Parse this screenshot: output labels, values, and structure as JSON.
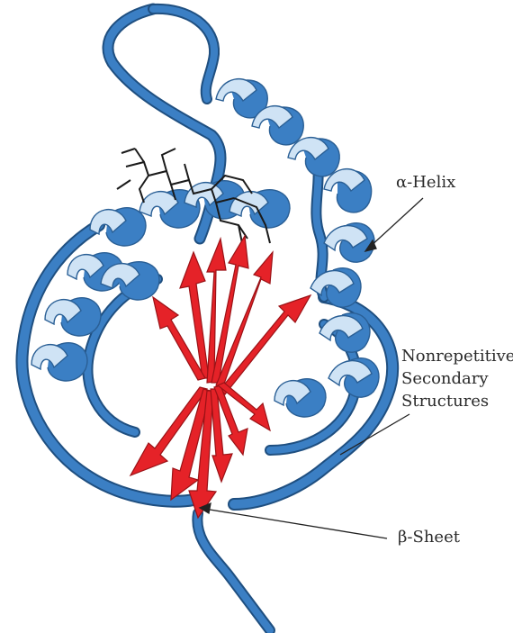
{
  "labels": {
    "alpha_helix": "α-Helix",
    "nonrepetitive": [
      "Nonrepetitive",
      "Secondary",
      "Structures"
    ],
    "beta_sheet": "β-Sheet"
  },
  "colors": {
    "ribbon_dark": "#3b7fc4",
    "ribbon_light": "#cfe3f5",
    "strand": "#e52228",
    "ligand": "#1a1a1a",
    "leader": "#222222"
  }
}
